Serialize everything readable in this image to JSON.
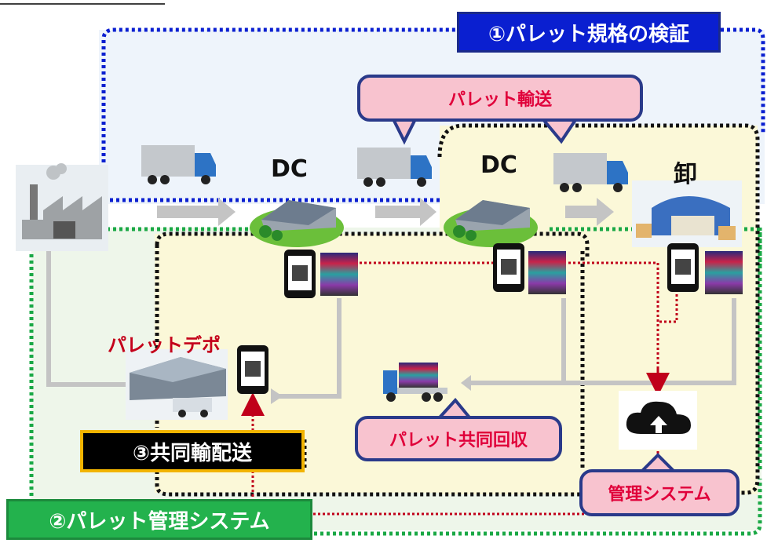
{
  "labels": {
    "pallet_standard_verification": "①パレット規格の検証",
    "pallet_management_system": "②パレット管理システム",
    "joint_transport": "③共同輸配送",
    "pallet_transport": "パレット輸送",
    "pallet_joint_collection": "パレット共同回収",
    "management_system": "管理システム",
    "dc_1": "DC",
    "dc_2": "DC",
    "wholesaler": "卸",
    "pallet_depot": "パレットデポ"
  },
  "colors": {
    "blue_boundary": "#0a1fd0",
    "green_boundary": "#1aa845",
    "black_boundary": "#111111",
    "red_flow": "#c0001a",
    "gray_flow": "#bfbfbf",
    "callout_fill": "#f8c3cf",
    "callout_text": "#e0003a",
    "label_box_border": "#f2b400"
  },
  "icons": [
    "factory-icon",
    "truck-icon",
    "warehouse-icon",
    "smartphone-qr-icon",
    "pallet-stack-icon",
    "cloud-upload-icon",
    "depot-icon"
  ]
}
